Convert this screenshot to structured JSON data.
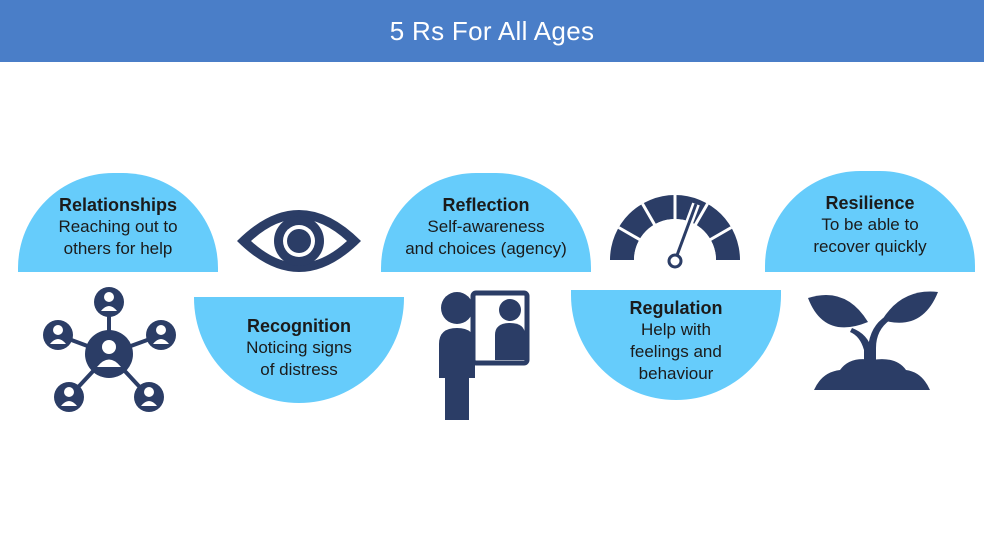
{
  "header": {
    "title": "5 Rs For All Ages"
  },
  "items": [
    {
      "title": "Relationships",
      "description": "Reaching out to\nothers for help",
      "icon": "network-people-icon"
    },
    {
      "title": "Recognition",
      "description": "Noticing signs\nof distress",
      "icon": "eye-icon"
    },
    {
      "title": "Reflection",
      "description": "Self-awareness\nand choices (agency)",
      "icon": "person-mirror-icon"
    },
    {
      "title": "Regulation",
      "description": "Help with\nfeelings and\nbehaviour",
      "icon": "gauge-icon"
    },
    {
      "title": "Resilience",
      "description": "To be able to\nrecover quickly",
      "icon": "sprout-icon"
    }
  ],
  "colors": {
    "header": "#4a7ec8",
    "dome": "#66ccfb",
    "icon": "#2b3d66"
  }
}
